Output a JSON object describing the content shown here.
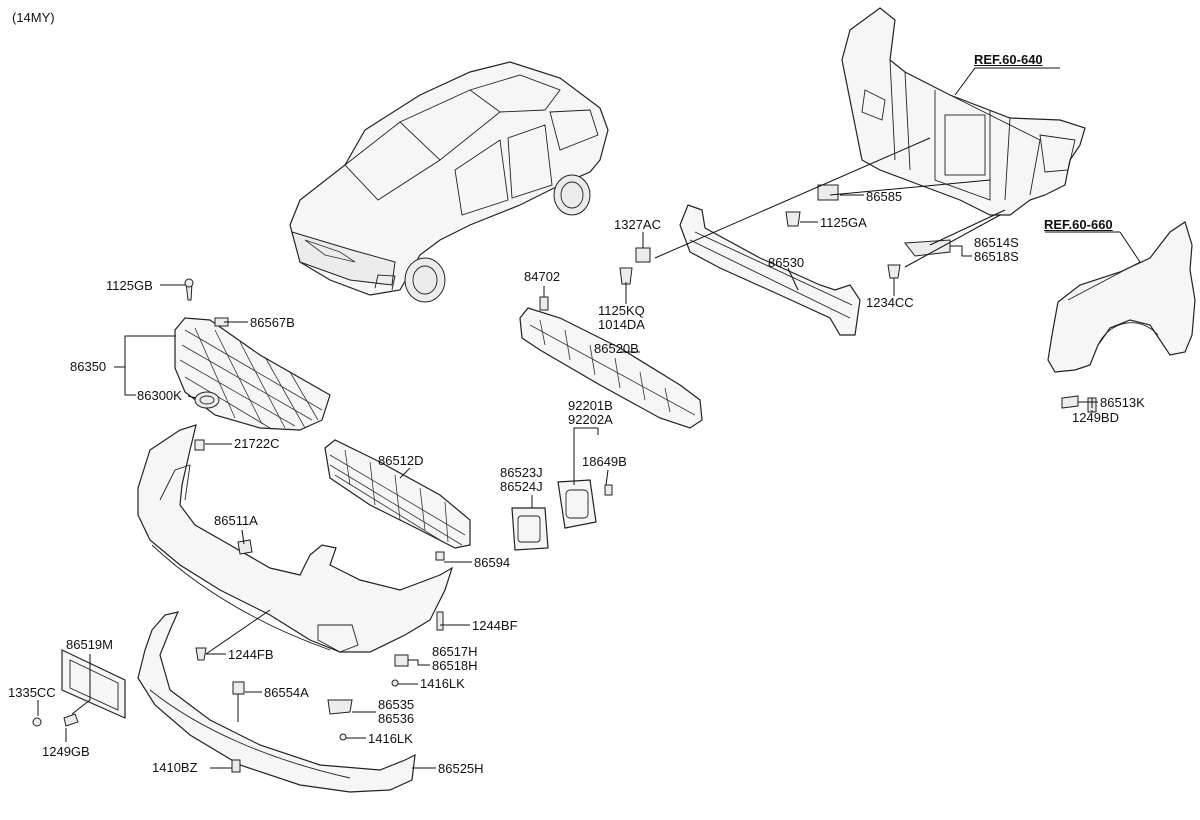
{
  "header": {
    "model_year": "(14MY)"
  },
  "references": {
    "ref_60_640": "REF.60-640",
    "ref_60_660": "REF.60-660"
  },
  "labels": {
    "p1125GB": "1125GB",
    "p86567B": "86567B",
    "p86350": "86350",
    "p86300K": "86300K",
    "p21722C": "21722C",
    "p86511A": "86511A",
    "p86512D": "86512D",
    "p86594": "86594",
    "p1244BF": "1244BF",
    "p1244FB": "1244FB",
    "p86517H": "86517H",
    "p86518H": "86518H",
    "p1416LK_a": "1416LK",
    "p86519M": "86519M",
    "p1335CC": "1335CC",
    "p1249GB": "1249GB",
    "p86554A": "86554A",
    "p86535": "86535",
    "p86536": "86536",
    "p1416LK_b": "1416LK",
    "p1410BZ": "1410BZ",
    "p86525H": "86525H",
    "p84702": "84702",
    "p86520B": "86520B",
    "p92201B": "92201B",
    "p92202A": "92202A",
    "p18649B": "18649B",
    "p86523J": "86523J",
    "p86524J": "86524J",
    "p1327AC": "1327AC",
    "p1125KQ": "1125KQ",
    "p1014DA": "1014DA",
    "p86530": "86530",
    "p86585": "86585",
    "p1125GA": "1125GA",
    "p86514S": "86514S",
    "p86518S": "86518S",
    "p1234CC": "1234CC",
    "p86513K": "86513K",
    "p1249BD": "1249BD"
  }
}
